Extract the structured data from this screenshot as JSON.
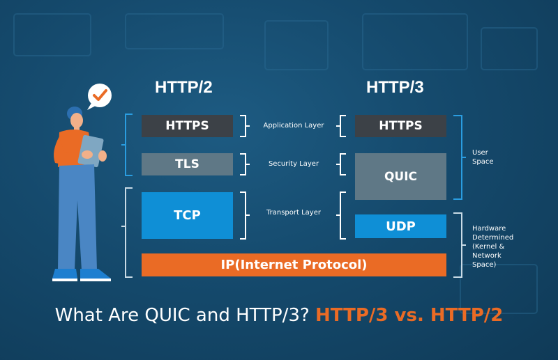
{
  "columns": {
    "left_title": "HTTP/2",
    "right_title": "HTTP/3"
  },
  "http2": {
    "https": "HTTPS",
    "tls": "TLS",
    "tcp": "TCP"
  },
  "http3": {
    "https": "HTTPS",
    "quic": "QUIC",
    "udp": "UDP"
  },
  "shared": {
    "ip": "IP(Internet Protocol)"
  },
  "layers": {
    "application": "Application Layer",
    "security": "Security Layer",
    "transport": "Transport Layer"
  },
  "side": {
    "user_space_1": "User",
    "user_space_2": "Space",
    "hw_1": "Hardware",
    "hw_2": "Determined",
    "hw_3": "(Kernel &",
    "hw_4": "Network",
    "hw_5": "Space)"
  },
  "headline": {
    "part1": "What Are QUIC and HTTP/3?",
    "part2": "HTTP/3 vs. HTTP/2"
  },
  "colors": {
    "accent": "#ea6b25",
    "blue": "#0f8fd6",
    "dark_box": "#3c4147",
    "gray_box": "#5f7886",
    "bracket": "#2a9de0",
    "bracket_light": "#c9dbe6"
  },
  "icons": [
    "check-speech-bubble-icon",
    "person-with-tablet-illustration"
  ]
}
